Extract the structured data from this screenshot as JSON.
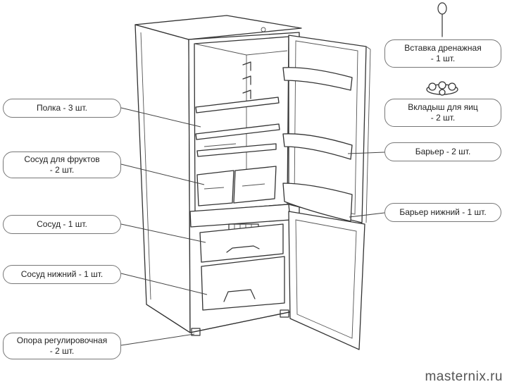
{
  "callouts": {
    "shelf": {
      "line1": "Полка - 3 шт."
    },
    "fruit_bin": {
      "line1": "Сосуд для фруктов",
      "line2": "- 2 шт."
    },
    "bin": {
      "line1": "Сосуд - 1 шт."
    },
    "bottom_bin": {
      "line1": "Сосуд нижний - 1 шт."
    },
    "adjustable_foot": {
      "line1": "Опора регулировочная",
      "line2": "- 2 шт."
    },
    "drain_insert": {
      "line1": "Вставка дренажная",
      "line2": "- 1 шт."
    },
    "egg_tray": {
      "line1": "Вкладыш для яиц",
      "line2": "- 2 шт."
    },
    "barrier": {
      "line1": "Барьер - 2 шт."
    },
    "bottom_barrier": {
      "line1": "Барьер нижний - 1 шт."
    }
  },
  "watermark": "masternix.ru",
  "colors": {
    "line": "#333333",
    "callout_border": "#777777",
    "background": "#ffffff"
  }
}
